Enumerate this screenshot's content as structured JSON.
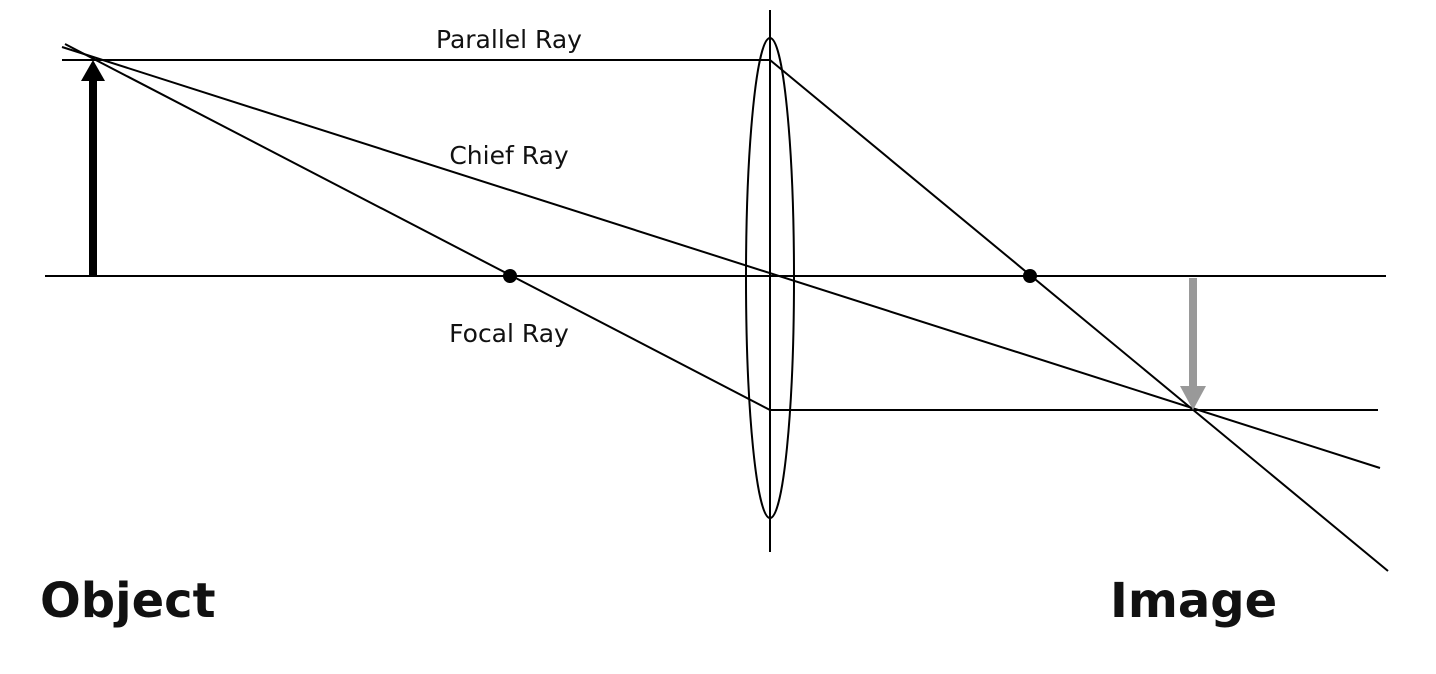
{
  "labels": {
    "parallel_ray": "Parallel Ray",
    "chief_ray": "Chief Ray",
    "focal_ray": "Focal Ray",
    "object": "Object",
    "image": "Image"
  },
  "colors": {
    "line": "#000000",
    "object_arrow": "#000000",
    "image_arrow": "#999999",
    "background": "#ffffff"
  }
}
